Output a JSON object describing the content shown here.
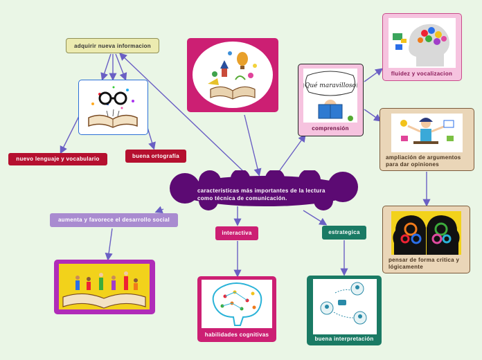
{
  "central": {
    "text": "características más importantes de la lectura como técnica de comunicación."
  },
  "nodes": {
    "adquirir": "adquirir nueva informacion",
    "lenguaje": "nuevo lenguaje y vocabulario",
    "ortografia": "buena ortografía",
    "social": "aumenta y favorece el desarrollo social",
    "interactiva": "interactiva",
    "estrategica": "estrategica",
    "comprension": "comprensión",
    "fluidez": "fluidez y vocalizacion",
    "argumentos": "ampliación de argumentos para dar opiniones",
    "critica": "pensar de forma critica y lógicamente",
    "habilidades": "habilidades cognitivas",
    "interpretacion": "buena interpretación"
  },
  "image_text": {
    "maravilloso": "¡Qué maravilloso!"
  },
  "colors": {
    "background": "#eaf6e6",
    "central": "#5c0a73",
    "link": "#6a5fc4",
    "red": "#b5102f",
    "magenta": "#cc1f73",
    "teal": "#1a7a64",
    "lavender": "#a98bd0",
    "beige": "#ead6b8",
    "pink": "#f6c3df",
    "khaki": "#ecebb0"
  }
}
